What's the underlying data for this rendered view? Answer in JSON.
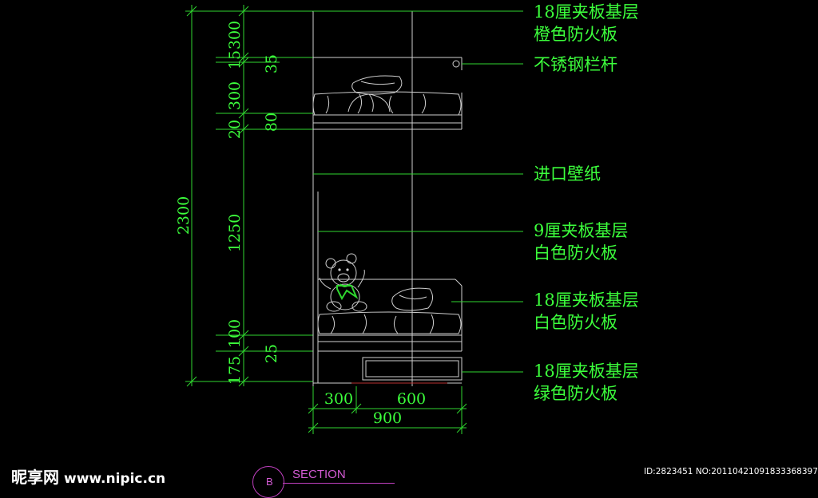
{
  "dimensions": {
    "overall_height": "2300",
    "segments": [
      "300",
      "15",
      "35",
      "300",
      "20",
      "80",
      "1250",
      "100",
      "25",
      "175"
    ],
    "bottom_segments": [
      "300",
      "600"
    ],
    "overall_width": "900"
  },
  "annotations": [
    {
      "line1": "18厘夹板基层",
      "line2": "橙色防火板"
    },
    {
      "line1": "不锈钢栏杆",
      "line2": ""
    },
    {
      "line1": "进口壁纸",
      "line2": ""
    },
    {
      "line1": "9厘夹板基层",
      "line2": "白色防火板"
    },
    {
      "line1": "18厘夹板基层",
      "line2": "白色防火板"
    },
    {
      "line1": "18厘夹板基层",
      "line2": "绿色防火板"
    }
  ],
  "section": {
    "letter": "B",
    "label": "SECTION"
  },
  "watermark": {
    "site": "昵享网",
    "url": "www.nipic.cn"
  },
  "image_id": "ID:2823451 NO:20110421091833368397",
  "colors": {
    "line": "#2fd62f",
    "text": "#3cff3c",
    "outline": "#cfcfcf",
    "section": "#c040c0"
  }
}
